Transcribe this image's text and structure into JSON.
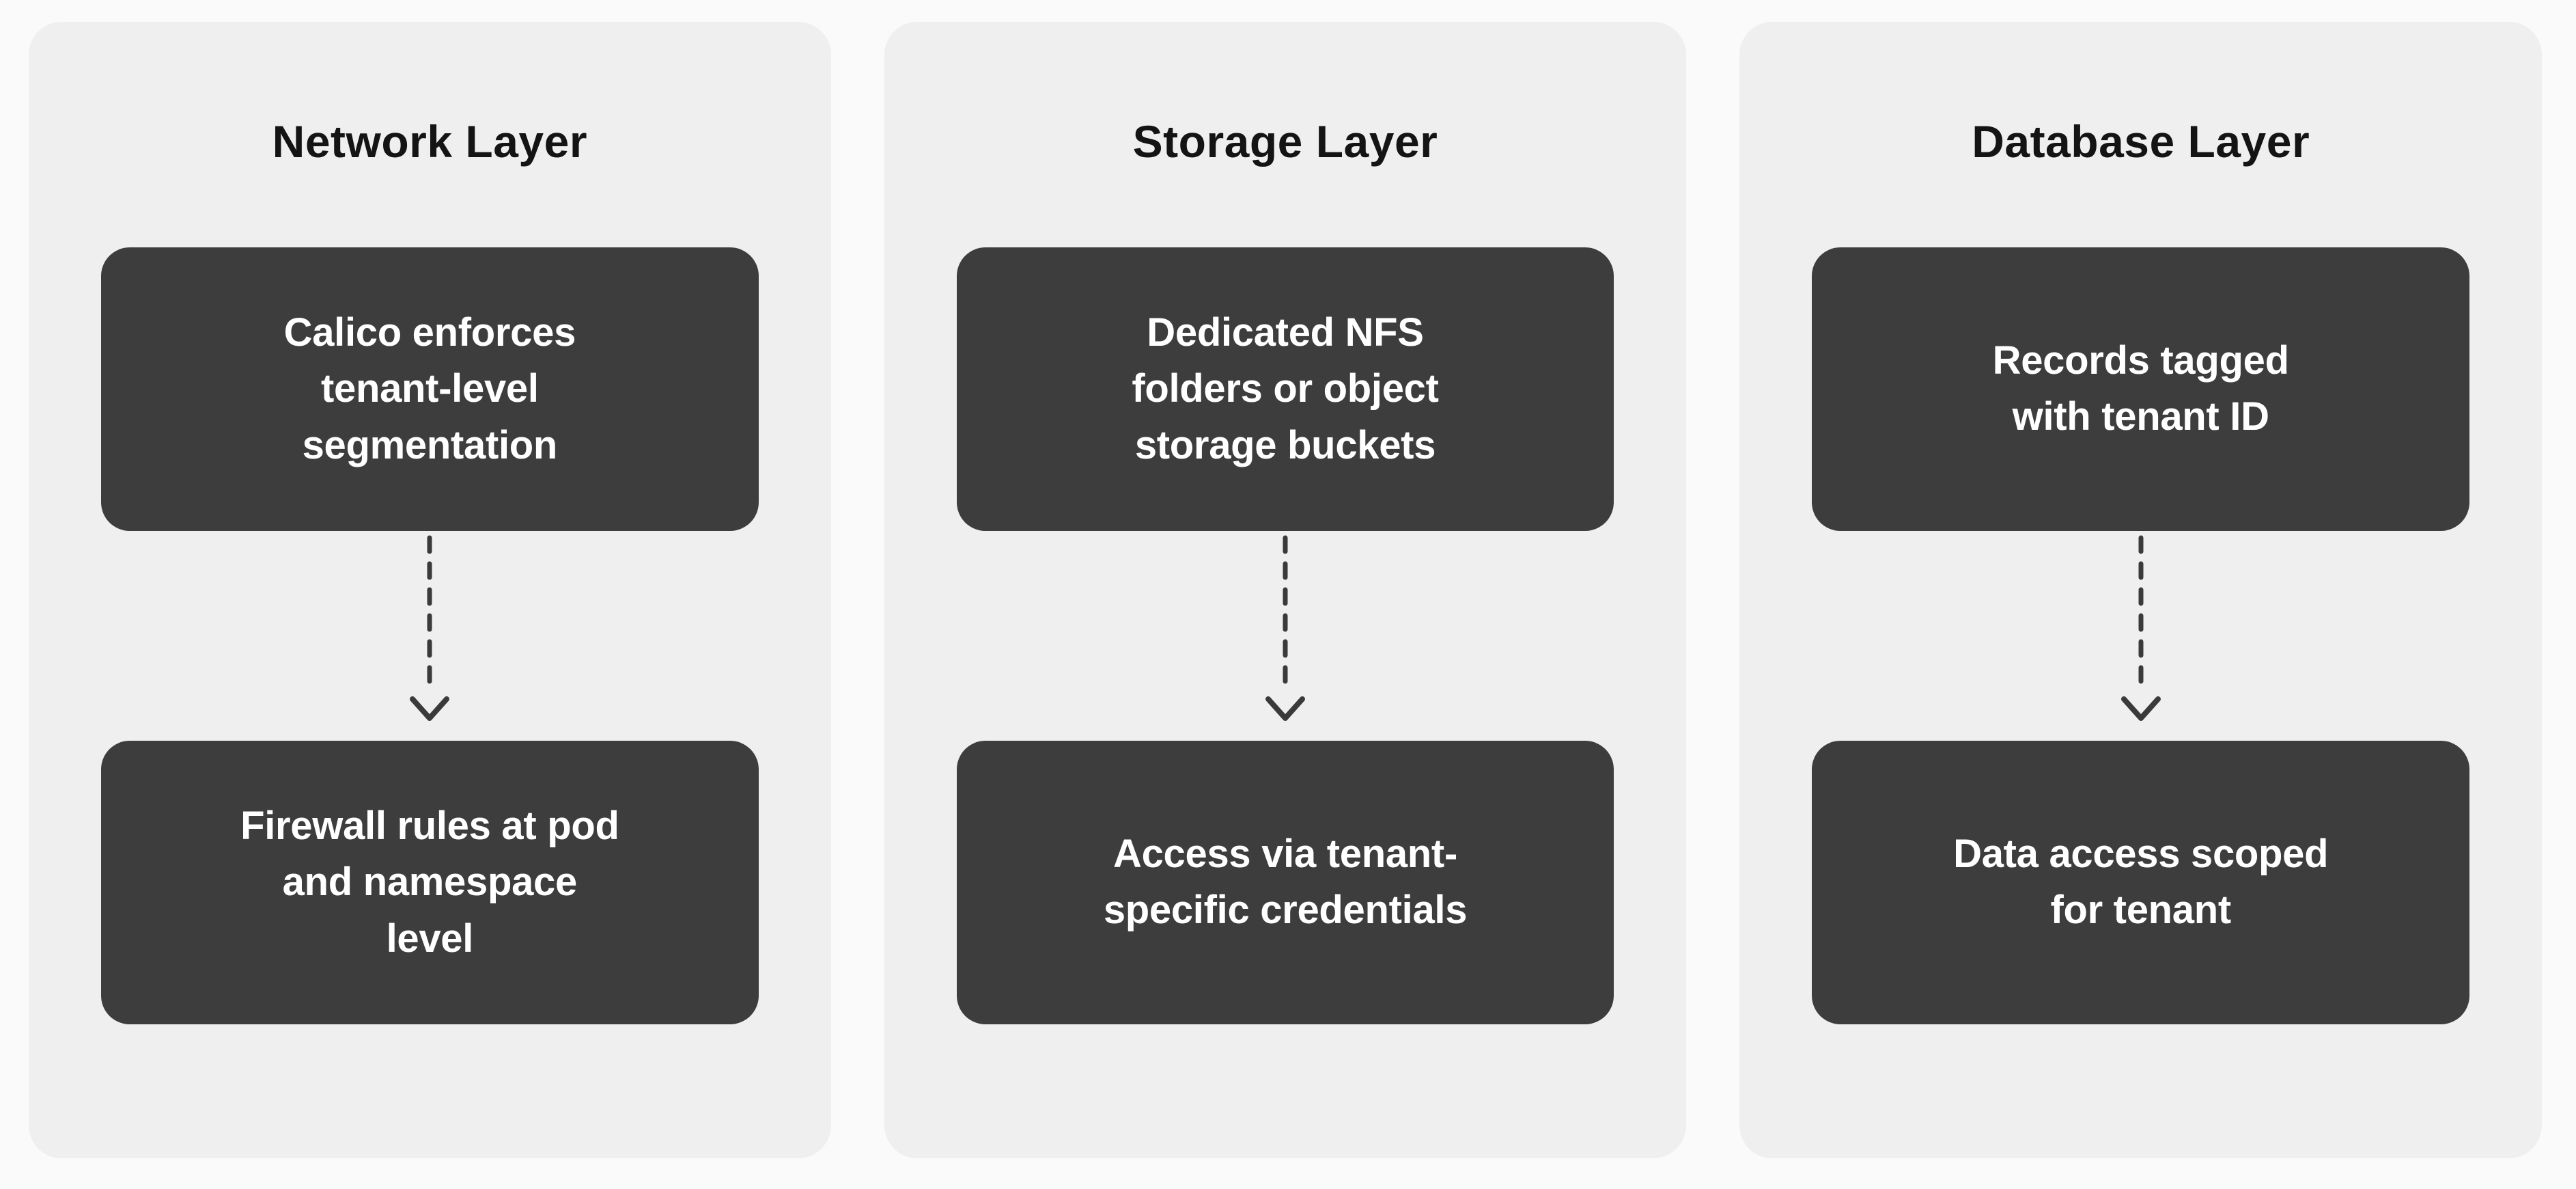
{
  "colors": {
    "page_bg": "#fafafa",
    "panel_bg": "#efefef",
    "box_bg": "#3d3d3d",
    "box_text": "#ffffff",
    "title_text": "#141414",
    "arrow": "#3a3a3a"
  },
  "columns": [
    {
      "title": "Network Layer",
      "box1": "Calico enforces\ntenant-level\nsegmentation",
      "box2": "Firewall rules at pod\nand namespace\nlevel"
    },
    {
      "title": "Storage Layer",
      "box1": "Dedicated NFS\nfolders or object\nstorage buckets",
      "box2": "Access via tenant-\nspecific credentials"
    },
    {
      "title": "Database Layer",
      "box1": "Records tagged\nwith tenant ID",
      "box2": "Data access scoped\nfor tenant"
    }
  ]
}
